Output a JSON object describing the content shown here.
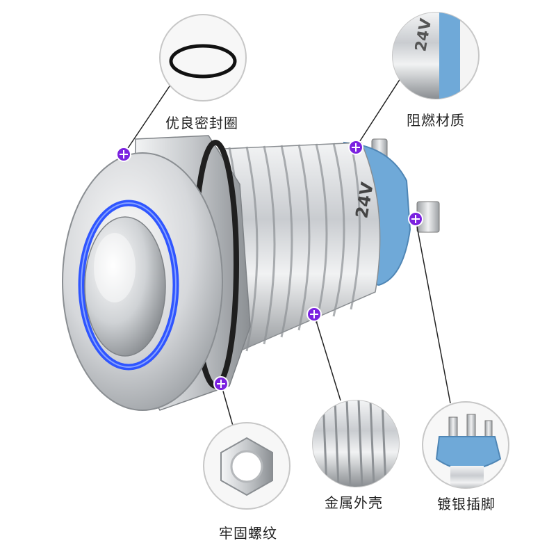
{
  "product": {
    "voltage_mark": "24V"
  },
  "callouts": [
    {
      "id": "seal-ring",
      "label": "优良密封圈"
    },
    {
      "id": "flame-retardant",
      "label": "阻燃材质"
    },
    {
      "id": "fastening-thread",
      "label": "牢固螺纹"
    },
    {
      "id": "metal-shell",
      "label": "金属外壳"
    },
    {
      "id": "silver-plated-pins",
      "label": "镀银插脚"
    }
  ],
  "colors": {
    "marker": "#7b22e0",
    "led_ring": "#2f55ff",
    "insulator": "#6fa9d8",
    "metal_light": "#e6e8ea",
    "metal_dark": "#8e9296",
    "leader_line": "#222222",
    "circle_border": "#c7c7c7"
  }
}
